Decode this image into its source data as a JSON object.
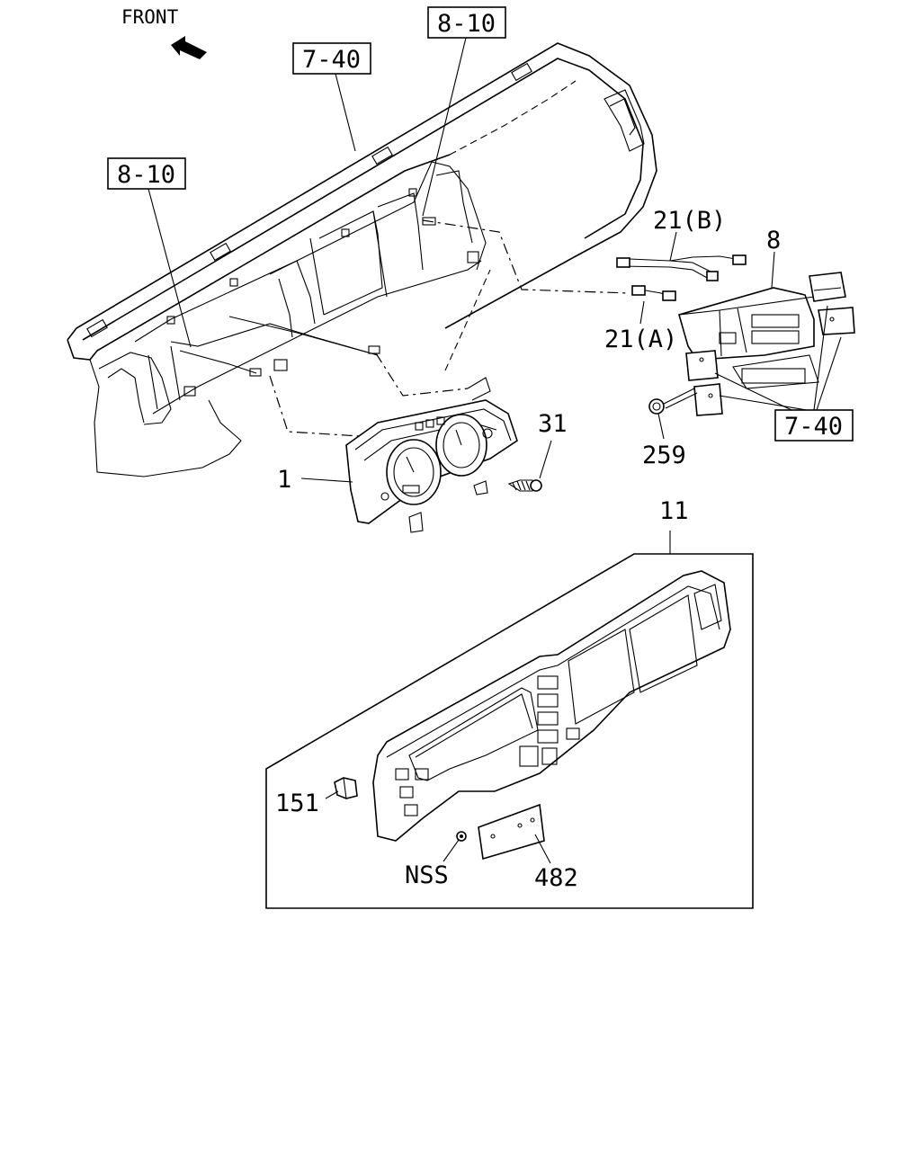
{
  "orientation": {
    "label": "FRONT",
    "icon": "arrow-icon"
  },
  "references": {
    "ref_7_40_top": "7-40",
    "ref_8_10_top": "8-10",
    "ref_8_10_left": "8-10",
    "ref_7_40_right": "7-40"
  },
  "parts": {
    "p1": "1",
    "p8": "8",
    "p11": "11",
    "p21a": "21(A)",
    "p21b": "21(B)",
    "p31": "31",
    "p151": "151",
    "p259": "259",
    "p482": "482",
    "nss": "NSS"
  }
}
